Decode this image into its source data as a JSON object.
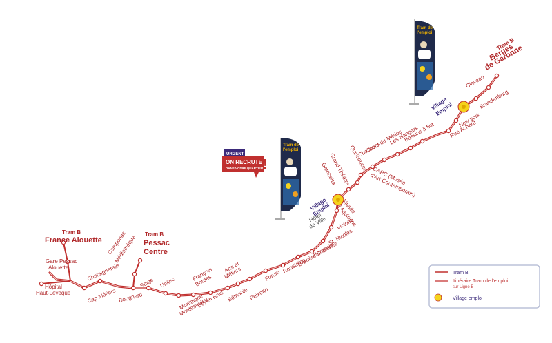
{
  "terminus": {
    "berges": {
      "title": "Tram B",
      "line1": "Berges",
      "line2": "de Garonne"
    },
    "alouette": {
      "title": "Tram B",
      "line1": "France Alouette"
    },
    "pessac": {
      "title": "Tram B",
      "line1": "Pessac",
      "line2": "Centre"
    }
  },
  "stops": {
    "claveau": "Claveau",
    "brandenburg": "Brandenburg",
    "newyork": "New york",
    "rueachard": "Rue Achard",
    "bassins": "Bassins à flot",
    "hangars": "Les Hangars",
    "coursmedoc": "Cours du Médoc",
    "chartrons": "Chartrons",
    "quinconces": "Quinconces",
    "capc1": "CAPC (Musée",
    "capc2": "d'Art Contemporain)",
    "grandtheatre": "Grand Théâtre",
    "gambetta": "Gambetta",
    "musee1": "Musée",
    "musee2": "d'Aquitaine",
    "victoire": "Victoire",
    "stnicolas": "St. Nicolas",
    "bergonie": "Bergonié",
    "barriere": "Barrière St.Genès",
    "roustaing": "Roustaing",
    "forum": "Forum",
    "peixotto": "Peixotto",
    "arts1": "Arts et",
    "arts2": "Métiers",
    "bethanie": "Béthanie",
    "francois1": "François",
    "francois2": "Bordes",
    "doyen": "Doyen Brus",
    "montaigne1": "Montaigne",
    "montaigne2": "Montesquieu",
    "unitec": "Unitec",
    "saige": "Saige",
    "bougnard": "Bougnard",
    "camponac1": "Camponac",
    "camponac2": "Médiathèque",
    "chataigneraie": "Chataigneraie",
    "capmetiers": "Cap Métiers",
    "garepessac1": "Gare Pessac",
    "garepessac2": "Alouette",
    "hopital1": "Hôpital",
    "hopital2": "Haut-Lévêque"
  },
  "village": {
    "label1": "Village",
    "label2": "Emploi",
    "hotel1": "Hôtel",
    "hotel2": "de Ville"
  },
  "flag": {
    "line1": "Tram de",
    "line2": "l'emploi"
  },
  "urgent": {
    "tag": "URGENT",
    "main": "ON RECRUTE",
    "sub": "DANS VOTRE QUARTIER",
    "mark": "!"
  },
  "legend": {
    "tram_b": "Tram B",
    "itinerary1": "Itinéraire Tram de l'emploi",
    "itinerary2": "sur Ligne B",
    "village": "Village emploi"
  },
  "colors": {
    "line": "#c0302f",
    "line_light": "#e8a5a3",
    "village": "#f5d31c",
    "flag_dark": "#1f2a4a",
    "label": "#b0282a",
    "purple": "#3b2a7a"
  }
}
